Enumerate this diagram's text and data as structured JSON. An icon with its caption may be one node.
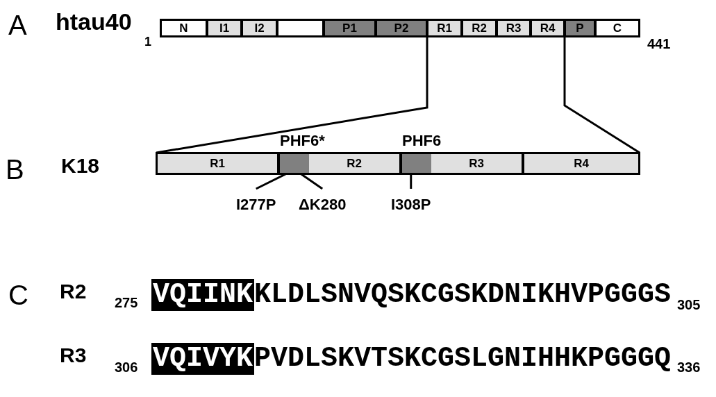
{
  "diagram": {
    "nodes": [
      {
        "text": [
          "N"
        ]
      },
      {
        "text": [
          "I1"
        ]
      },
      {
        "text": [
          "I2"
        ]
      },
      {
        "text": [],
        "shape": "box"
      },
      {
        "text": [
          "P1"
        ]
      },
      {
        "text": [
          "P2"
        ]
      },
      {
        "text": [
          "R1"
        ]
      },
      {
        "text": [
          "R2"
        ]
      },
      {
        "text": [
          "R3"
        ]
      },
      {
        "text": [
          "R4"
        ]
      },
      {
        "text": [
          "P"
        ]
      },
      {
        "text": [
          "C"
        ]
      },
      {
        "text": [
          "R1"
        ]
      },
      {
        "text": [
          "R2"
        ]
      },
      {
        "text": [
          "PHF6*"
        ],
        "in": 13
      },
      {
        "text": [
          "R3"
        ]
      },
      {
        "text": [
          "PHF6"
        ],
        "in": 15
      },
      {
        "text": [
          "R4"
        ]
      },
      {
        "text": [
          "I277P"
        ]
      },
      {
        "text": [
          "ΔK280"
        ]
      },
      {
        "text": [
          "I308P"
        ]
      }
    ],
    "edges": [
      {
        "from": 6,
        "to": 12,
        "arrow": "none"
      },
      {
        "from": 9,
        "to": 17,
        "arrow": "none"
      },
      {
        "from": 18,
        "to": 14,
        "arrow": "none"
      },
      {
        "from": 19,
        "to": 14,
        "arrow": "none"
      },
      {
        "from": 20,
        "to": 16,
        "arrow": "none"
      }
    ],
    "labels": [
      "A",
      "htau40",
      "1",
      "441",
      "B",
      "K18",
      "C",
      "R2",
      "275",
      "VQIINK",
      "KLDLSNVQSKCGSKDNIKHVPGGGS",
      "305",
      "R3",
      "306",
      "VQIVYK",
      "PVDLSKVTSKCGSLGNIHHKPGGGQ",
      "336"
    ]
  }
}
